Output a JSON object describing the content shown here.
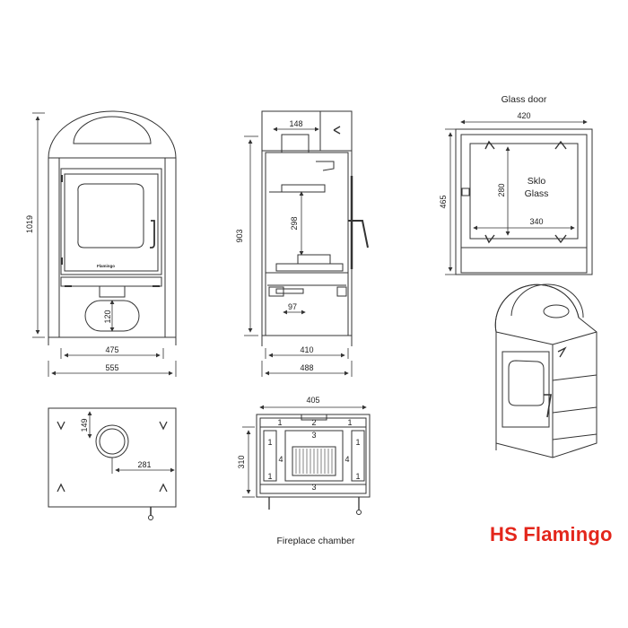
{
  "front_view": {
    "height": "1019",
    "inner_width": "475",
    "outer_width": "555",
    "ash_height": "120",
    "nameplate": "Flamingo"
  },
  "side_view": {
    "top_width": "148",
    "height": "903",
    "firebox_height": "298",
    "leg_width": "97",
    "inner_depth": "410",
    "outer_depth": "488"
  },
  "glass_door": {
    "caption": "Glass door",
    "width": "420",
    "height": "465",
    "glass_height": "280",
    "glass_width": "340",
    "glass_label_1": "Sklo",
    "glass_label_2": "Glass"
  },
  "top_view": {
    "offset_y": "149",
    "offset_x": "281"
  },
  "chamber": {
    "caption": "Fireplace chamber",
    "width": "405",
    "height": "310",
    "parts": [
      "1",
      "2",
      "3",
      "4"
    ]
  },
  "brand": "HS Flamingo",
  "colors": {
    "line": "#333333",
    "brand": "#e3261b"
  }
}
